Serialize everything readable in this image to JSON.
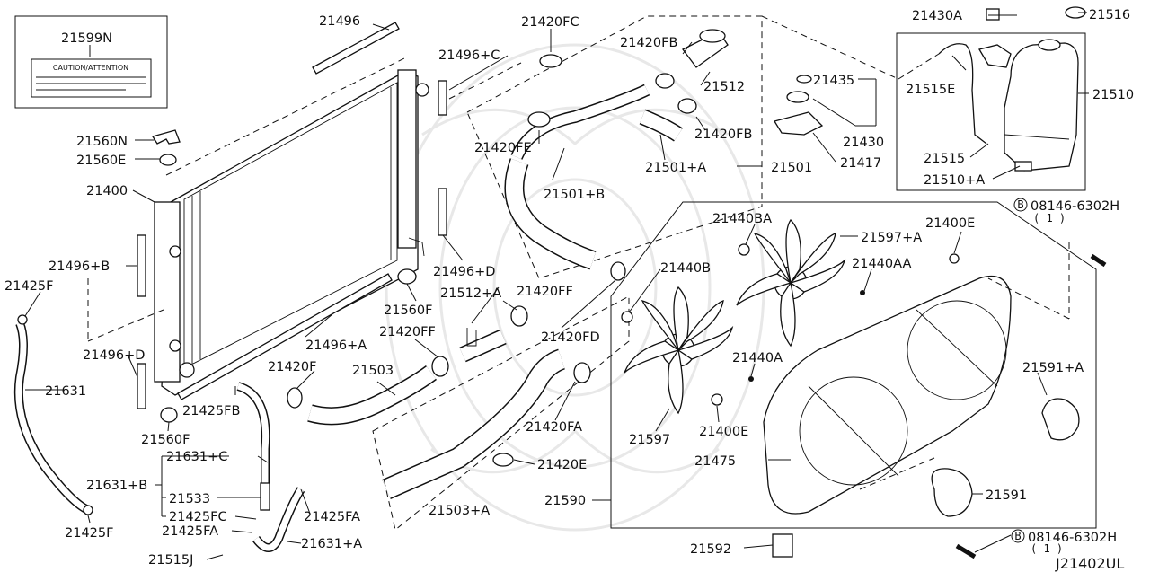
{
  "diagram_id": "J21402UL",
  "caution_label": "CAUTION/ATTENTION",
  "callouts": {
    "c21599N": "21599N",
    "c21496": "21496",
    "c21420FC": "21420FC",
    "c21496C": "21496+C",
    "c21420FB1": "21420FB",
    "c21512": "21512",
    "c21430A": "21430A",
    "c21516": "21516",
    "c21435": "21435",
    "c21515E": "21515E",
    "c21510": "21510",
    "c21560N": "21560N",
    "c21560E": "21560E",
    "c21420FE": "21420FE",
    "c21420FB2": "21420FB",
    "c21501A": "21501+A",
    "c21501": "21501",
    "c21417": "21417",
    "c21430": "21430",
    "c21515": "21515",
    "c21510A": "21510+A",
    "c21400": "21400",
    "c21501B": "21501+B",
    "c08146a": "08146-6302H",
    "c08146a_qty": "( 1 )",
    "c21440BA": "21440BA",
    "c21597A": "21597+A",
    "c21400E1": "21400E",
    "c21496B": "21496+B",
    "c21496D1": "21496+D",
    "c21440AA": "21440AA",
    "c21425F1": "21425F",
    "c21440B": "21440B",
    "c21420FF1": "21420FF",
    "c21512A": "21512+A",
    "c21560F1": "21560F",
    "c21496A": "21496+A",
    "c21420FF2": "21420FF",
    "c21420FD": "21420FD",
    "c21496D2": "21496+D",
    "c21440A": "21440A",
    "c21591A": "21591+A",
    "c21631": "21631",
    "c21420F": "21420F",
    "c21503": "21503",
    "c21425FB": "21425FB",
    "c21400E2": "21400E",
    "c21420FA1": "21420FA",
    "c21597": "21597",
    "c21560F2": "21560F",
    "c21631C": "21631+C",
    "c21475": "21475",
    "c21420E": "21420E",
    "c21631B": "21631+B",
    "c21533": "21533",
    "c21591": "21591",
    "c21590": "21590",
    "c21503A": "21503+A",
    "c21425F2": "21425F",
    "c21425FC": "21425FC",
    "c21425FA1": "21425FA",
    "c21425FA2": "21425FA",
    "c21631A": "21631+A",
    "c08146b": "08146-6302H",
    "c08146b_qty": "( 1 )",
    "c21515J": "21515J",
    "c21592": "21592",
    "bolt_symbol": "B"
  }
}
